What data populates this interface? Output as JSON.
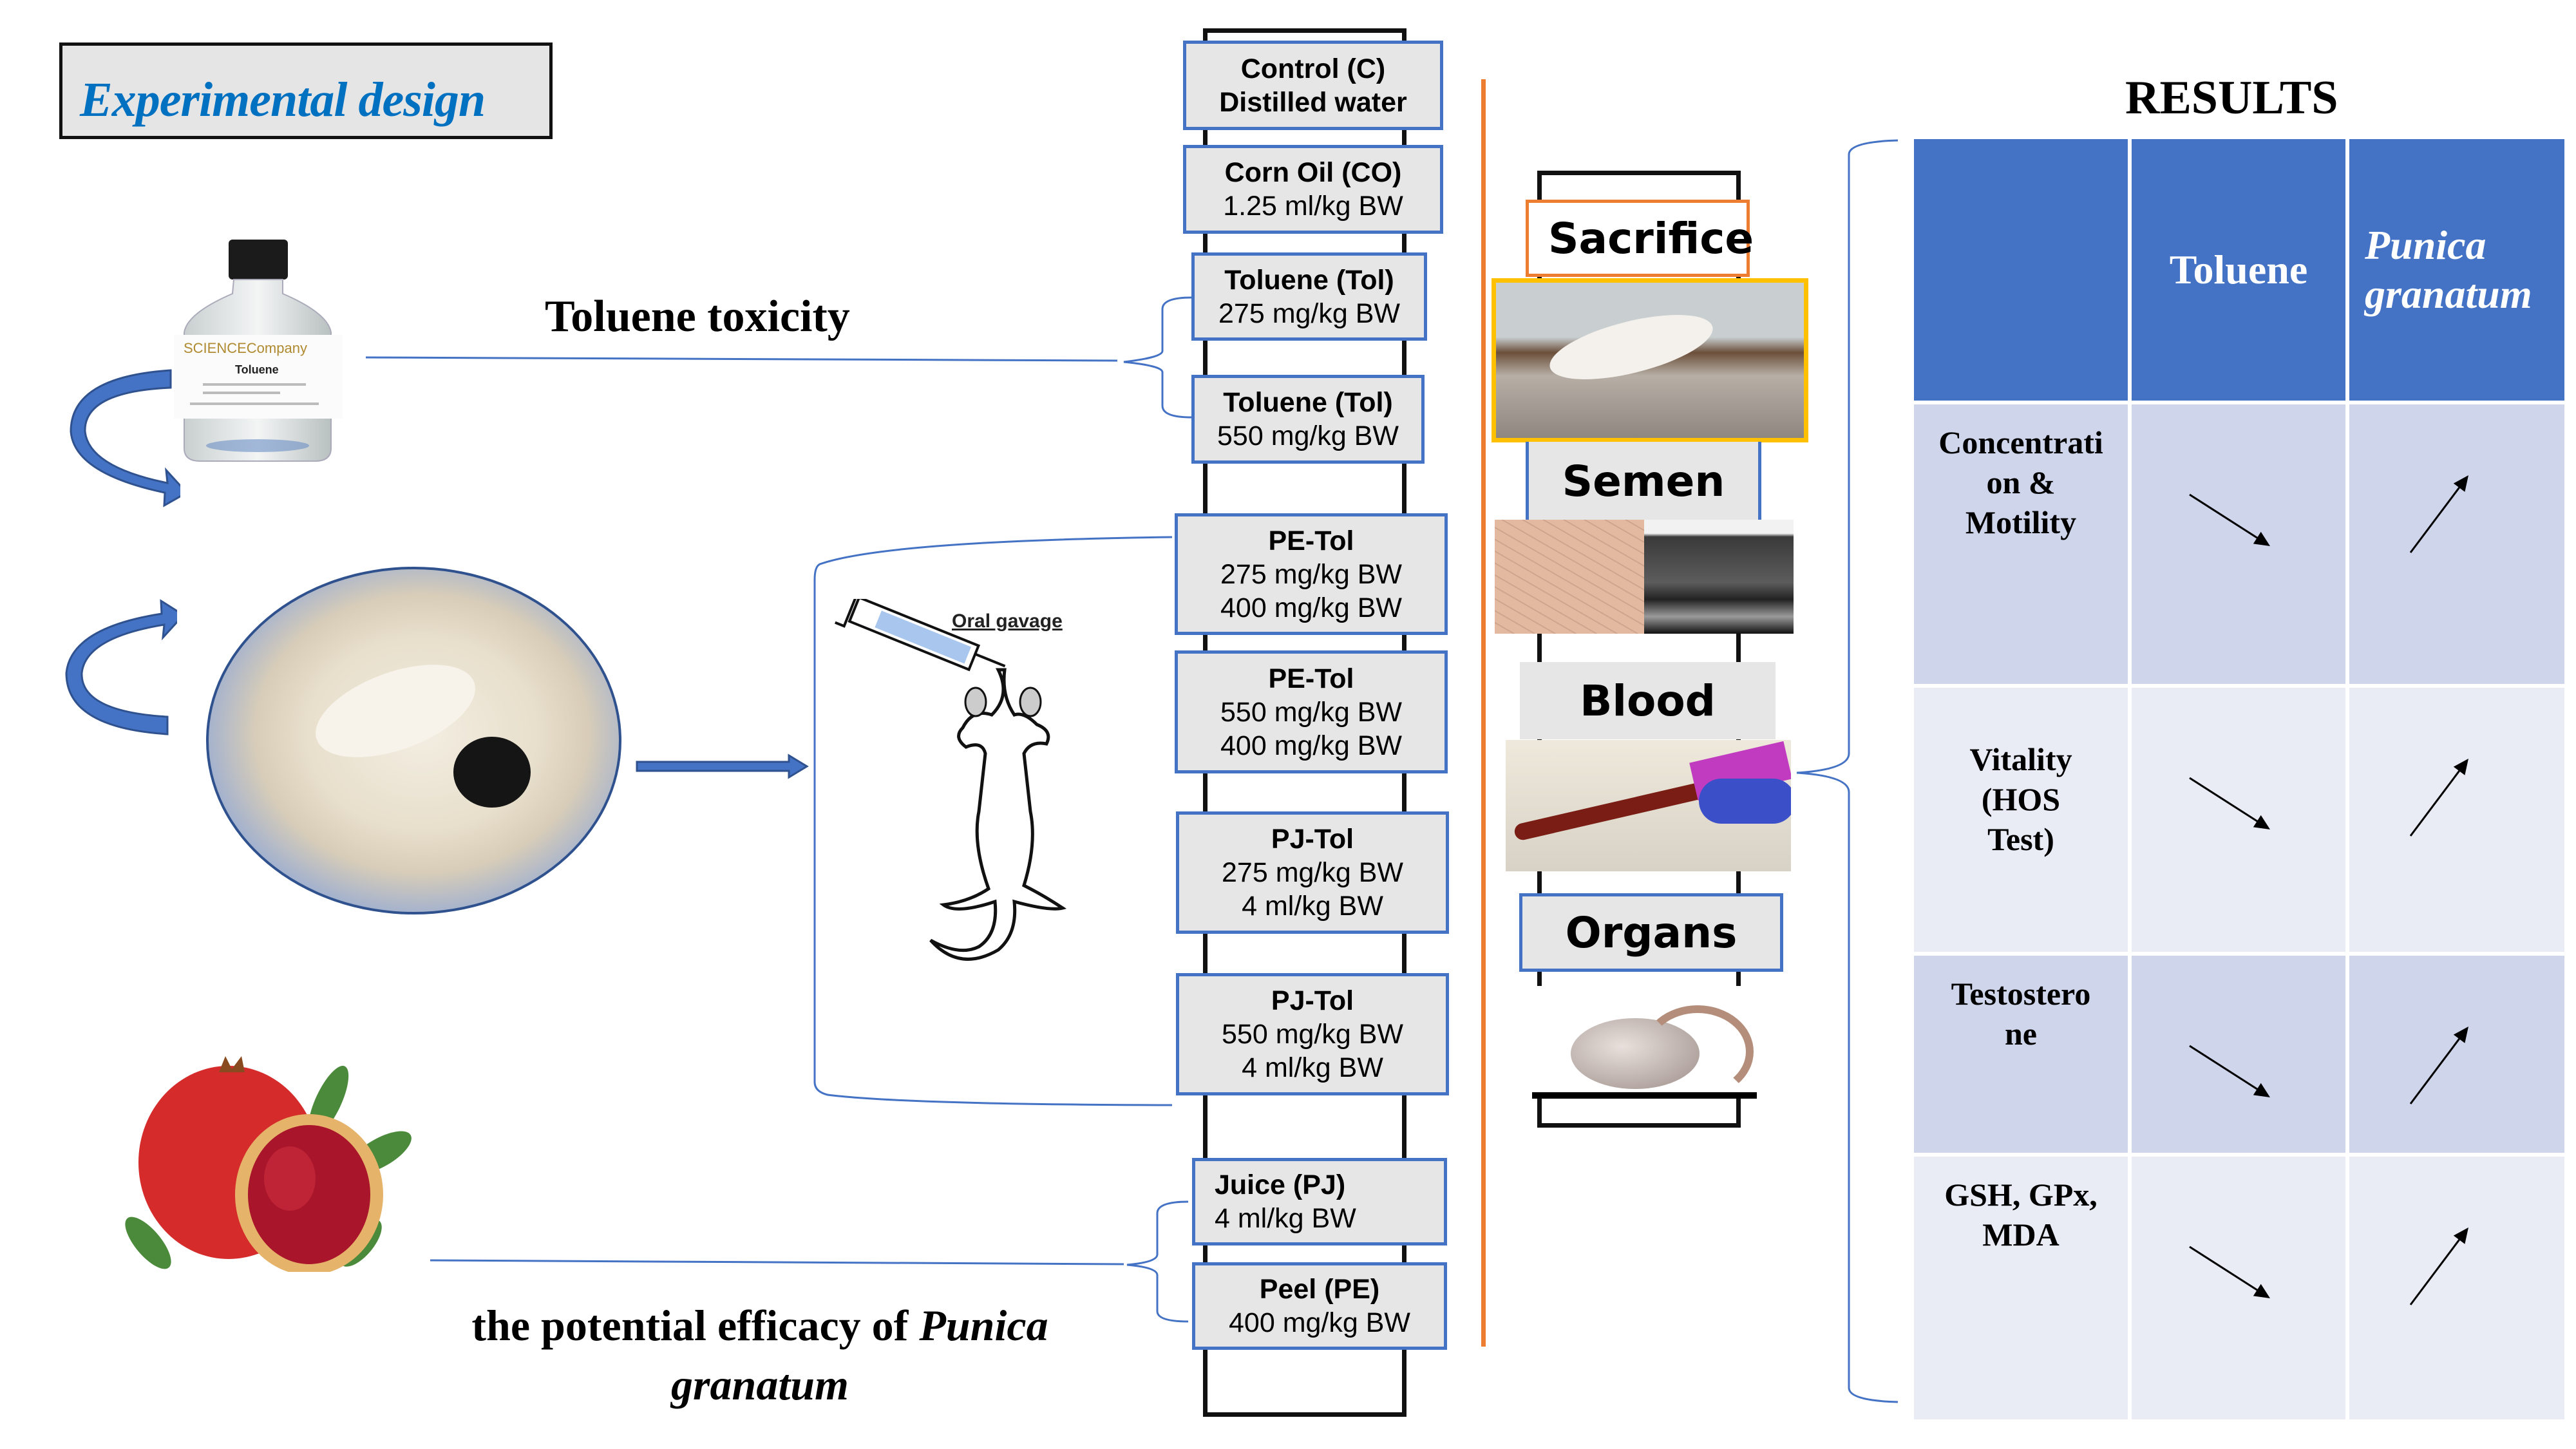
{
  "title": "Experimental design",
  "toxicity_label": "Toluene toxicity",
  "efficacy_label": {
    "prefix": "the potential efficacy of ",
    "species": "Punica granatum"
  },
  "gavage_label": "Oral gavage",
  "bottle_label": {
    "brand": "SCIENCECompany",
    "product": "Toluene"
  },
  "groups": [
    {
      "name": "Control (C)",
      "dose": [
        "Distilled water"
      ]
    },
    {
      "name": "Corn Oil (CO)",
      "dose": [
        "1.25 ml/kg BW"
      ]
    },
    {
      "name": "Toluene (Tol)",
      "dose": [
        "275 mg/kg BW"
      ]
    },
    {
      "name": "Toluene (Tol)",
      "dose": [
        "550 mg/kg BW"
      ]
    },
    {
      "name": "PE-Tol",
      "dose": [
        "275 mg/kg BW",
        "400 mg/kg BW"
      ]
    },
    {
      "name": "PE-Tol",
      "dose": [
        "550 mg/kg BW",
        "400 mg/kg BW"
      ]
    },
    {
      "name": "PJ-Tol",
      "dose": [
        "275 mg/kg BW",
        "4 ml/kg BW"
      ]
    },
    {
      "name": "PJ-Tol",
      "dose": [
        "550 mg/kg BW",
        "4 ml/kg BW"
      ]
    },
    {
      "name": "Juice (PJ)",
      "dose": [
        "4 ml/kg BW"
      ]
    },
    {
      "name": "Peel (PE)",
      "dose": [
        "400 mg/kg BW"
      ]
    }
  ],
  "steps": {
    "sacrifice": "Sacrifice",
    "semen": "Semen",
    "blood": "Blood",
    "organs": "Organs"
  },
  "results": {
    "title": "RESULTS",
    "columns": [
      "",
      "Toluene",
      "Punica granatum"
    ],
    "rows": [
      {
        "label": "Concentrati on & Motility",
        "label_lines": [
          "Concentrati",
          "on &",
          "Motility"
        ],
        "toluene": "decrease",
        "punica": "increase"
      },
      {
        "label": "Vitality (HOS Test)",
        "label_lines": [
          "Vitality",
          "(HOS",
          "Test)"
        ],
        "toluene": "decrease",
        "punica": "increase"
      },
      {
        "label": "Testosterone",
        "label_lines": [
          "Testostero",
          "ne"
        ],
        "toluene": "decrease",
        "punica": "increase"
      },
      {
        "label": "GSH, GPx, MDA",
        "label_lines": [
          "GSH, GPx,",
          "MDA"
        ],
        "toluene": "decrease",
        "punica": "increase"
      }
    ]
  },
  "colors": {
    "accent_blue": "#4472c4",
    "title_blue": "#0070c0",
    "timeline_orange": "#ed7d31",
    "photo_border_gold": "#ffc000",
    "row_dark": "#cfd5ea",
    "row_light": "#e9ebf5"
  }
}
